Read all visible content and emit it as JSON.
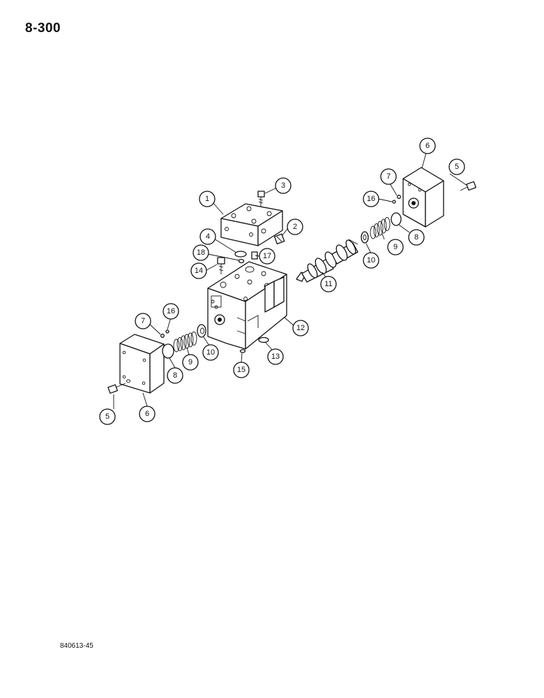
{
  "page_number": "8-300",
  "figure_code": "840613-45",
  "callout_labels": {
    "c1": "1",
    "c2": "2",
    "c3": "3",
    "c4": "4",
    "c5a": "5",
    "c5b": "5",
    "c6a": "6",
    "c6b": "6",
    "c7a": "7",
    "c7b": "7",
    "c8a": "8",
    "c8b": "8",
    "c9a": "9",
    "c9b": "9",
    "c10a": "10",
    "c10b": "10",
    "c11": "11",
    "c12": "12",
    "c13": "13",
    "c14": "14",
    "c15": "15",
    "c16a": "16",
    "c16b": "16",
    "c17": "17",
    "c18": "18"
  }
}
